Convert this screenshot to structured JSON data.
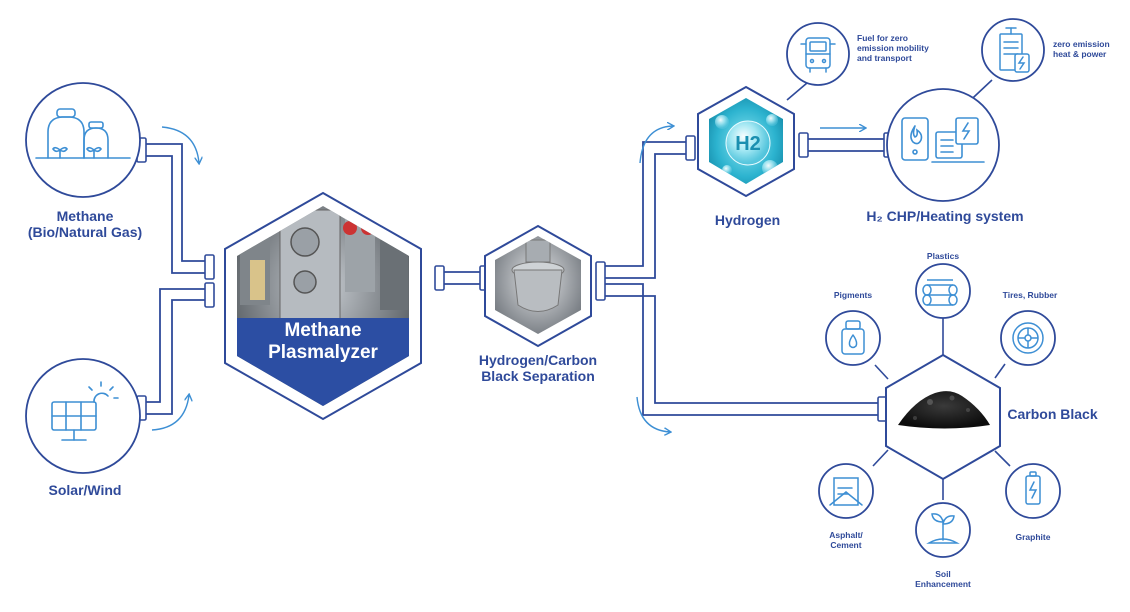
{
  "inputs": {
    "methane": {
      "line1": "Methane",
      "line2": "(Bio/Natural Gas)"
    },
    "solar": "Solar/Wind"
  },
  "plasmalyzer": {
    "line1": "Methane",
    "line2": "Plasmalyzer"
  },
  "separation": {
    "line1": "Hydrogen/Carbon",
    "line2": "Black Separation"
  },
  "hydrogen": {
    "label": "Hydrogen",
    "bubble_text": "H2"
  },
  "chp": {
    "label": "H₂ CHP/Heating system"
  },
  "mobility": {
    "line1": "Fuel for zero",
    "line2": "emission mobility",
    "line3": "and transport"
  },
  "heat_power": {
    "line1": "zero emission",
    "line2": "heat & power"
  },
  "carbon_black": {
    "label": "Carbon Black"
  },
  "applications": {
    "plastics": "Plastics",
    "pigments": "Pigments",
    "tires": "Tires, Rubber",
    "asphalt_line1": "Asphalt/",
    "asphalt_line2": "Cement",
    "soil_line1": "Soil",
    "soil_line2": "Enhancement",
    "graphite": "Graphite"
  },
  "colors": {
    "stroke": "#2f4a9a",
    "arrow": "#3d8fd4",
    "banner": "#2c4ea3",
    "text": "#2f4a9a"
  },
  "icons": [
    "gas-tanks-icon",
    "solar-panel-icon",
    "truck-icon",
    "building-power-icon",
    "boiler-icon",
    "generator-icon",
    "plastic-pipes-icon",
    "pigment-bottle-icon",
    "tire-icon",
    "asphalt-icon",
    "sprout-icon",
    "battery-icon"
  ]
}
